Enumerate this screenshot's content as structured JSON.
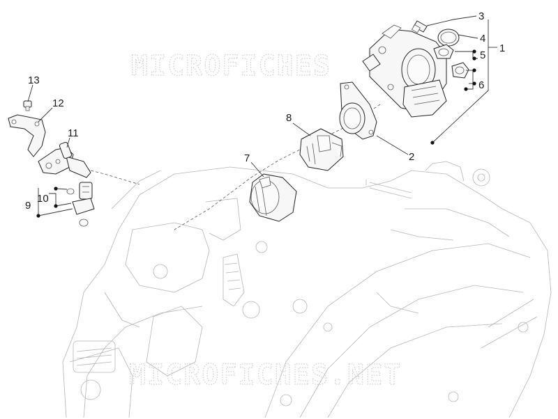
{
  "watermarks": {
    "top": "MICROFICHES",
    "bottom": "MICROFICHES.NET"
  },
  "callouts": [
    {
      "id": "1",
      "label": "1"
    },
    {
      "id": "2",
      "label": "2"
    },
    {
      "id": "3",
      "label": "3"
    },
    {
      "id": "4",
      "label": "4"
    },
    {
      "id": "5",
      "label": "5"
    },
    {
      "id": "6",
      "label": "6"
    },
    {
      "id": "7",
      "label": "7"
    },
    {
      "id": "8",
      "label": "8"
    },
    {
      "id": "9",
      "label": "9"
    },
    {
      "id": "10",
      "label": "10"
    },
    {
      "id": "11",
      "label": "11"
    },
    {
      "id": "12",
      "label": "12"
    },
    {
      "id": "13",
      "label": "13"
    }
  ]
}
